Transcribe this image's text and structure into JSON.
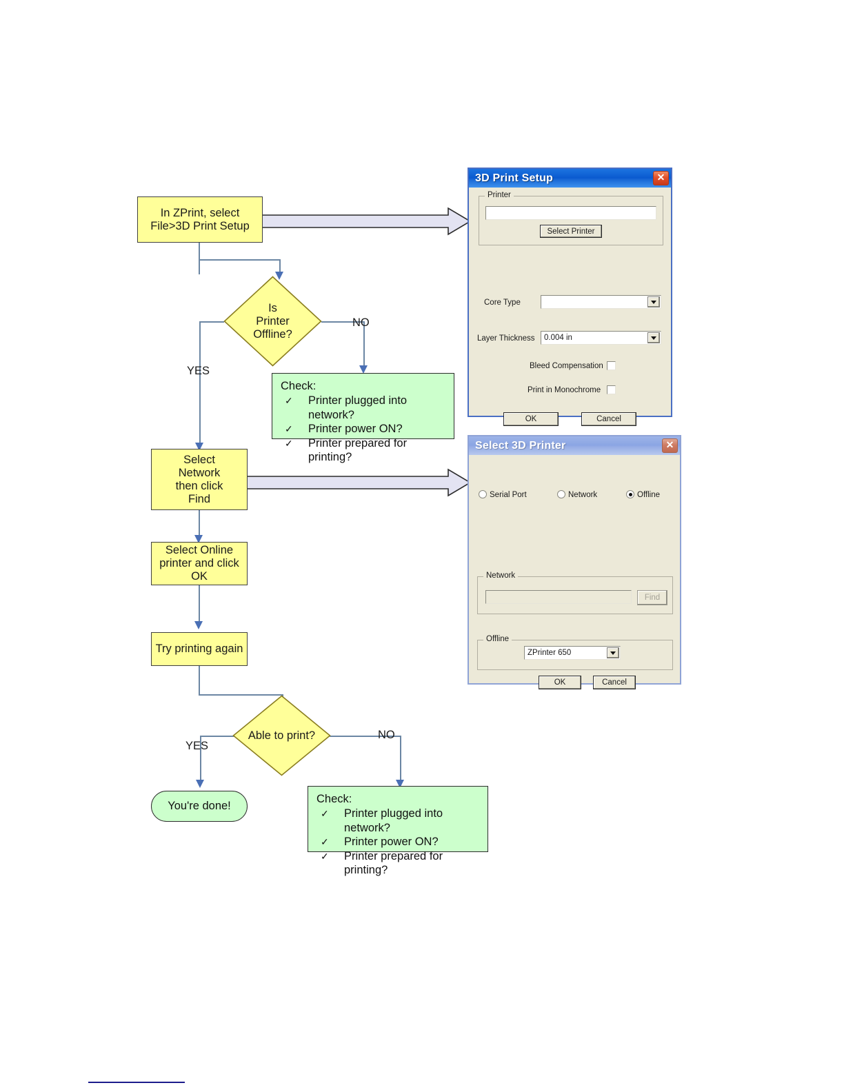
{
  "flowchart": {
    "nodes": {
      "start_process": {
        "label": "In ZPrint, select\nFile>3D Print Setup"
      },
      "decision_offline": {
        "label": "Is\nPrinter\nOffline?"
      },
      "check_panel_1": {
        "header": "Check:",
        "tick": "✓",
        "items": [
          "Printer plugged into network?",
          "Printer power ON?",
          "Printer prepared for printing?"
        ]
      },
      "select_network": {
        "label": "Select\nNetwork\nthen click\nFind"
      },
      "select_online": {
        "label": "Select Online\nprinter and click\nOK"
      },
      "try_printing": {
        "label": "Try printing again"
      },
      "decision_able": {
        "label": "Able to print?"
      },
      "terminal_done": {
        "label": "You're done!"
      },
      "check_panel_2": {
        "header": "Check:",
        "tick": "✓",
        "items": [
          "Printer plugged into network?",
          "Printer power ON?",
          "Printer prepared for printing?"
        ]
      }
    },
    "branch_labels": {
      "offline_yes": "YES",
      "offline_no": "NO",
      "able_yes": "YES",
      "able_no": "NO"
    },
    "colors": {
      "process_fill": "#ffff99",
      "process_stroke": "#3f3f3f",
      "panel_fill": "#ccffcc",
      "panel_stroke": "#2b2b2b",
      "connector": "#6b86a3",
      "arrowhead": "#4a6fb5"
    }
  },
  "dialog_print_setup": {
    "title": "3D Print Setup",
    "close_icon": "✕",
    "printer_group": {
      "legend": "Printer",
      "printer_value": "",
      "select_printer_button": "Select Printer"
    },
    "core_type": {
      "label": "Core Type",
      "value": ""
    },
    "layer_thickness": {
      "label": "Layer Thickness",
      "value": "0.004 in"
    },
    "bleed_compensation": {
      "label": "Bleed Compensation",
      "checked": false
    },
    "print_monochrome": {
      "label": "Print in Monochrome",
      "checked": false
    },
    "ok_button": "OK",
    "cancel_button": "Cancel"
  },
  "dialog_select_printer": {
    "title": "Select 3D Printer",
    "close_icon": "✕",
    "connection_options": [
      {
        "label": "Serial Port",
        "selected": false
      },
      {
        "label": "Network",
        "selected": false
      },
      {
        "label": "Offline",
        "selected": true
      }
    ],
    "network_group": {
      "legend": "Network",
      "address_value": "",
      "find_button": "Find",
      "find_enabled": false
    },
    "offline_group": {
      "legend": "Offline",
      "printer_value": "ZPrinter 650"
    },
    "ok_button": "OK",
    "cancel_button": "Cancel"
  }
}
